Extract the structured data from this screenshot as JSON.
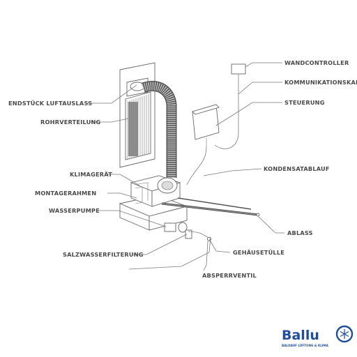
{
  "labels": {
    "wandcontroller": "WANDCONTROLLER",
    "kommunikationskabel": "KOMMUNIKATIONSKABEL",
    "steuerung": "STEUERUNG",
    "endstueck": "ENDSTÜCK LUFTAUSLASS",
    "rohrverteilung": "ROHRVERTEILUNG",
    "kondensatablauf": "KONDENSATABLAUF",
    "klimageraet": "KLIMAGERÄT",
    "montagerahmen": "MONTAGERAHMEN",
    "wasserpumpe": "WASSERPUMPE",
    "ablass": "ABLASS",
    "salzwasserfilterung": "SALZWASSERFILTERUNG",
    "gehaeusetuelle": "GEHÄUSETÜLLE",
    "absperrventil": "ABSPERRVENTIL"
  },
  "brand": {
    "name": "Ballu",
    "tagline": "BALDAUF LÜFTUNG & KLIMA",
    "color": "#1f4e9c"
  }
}
